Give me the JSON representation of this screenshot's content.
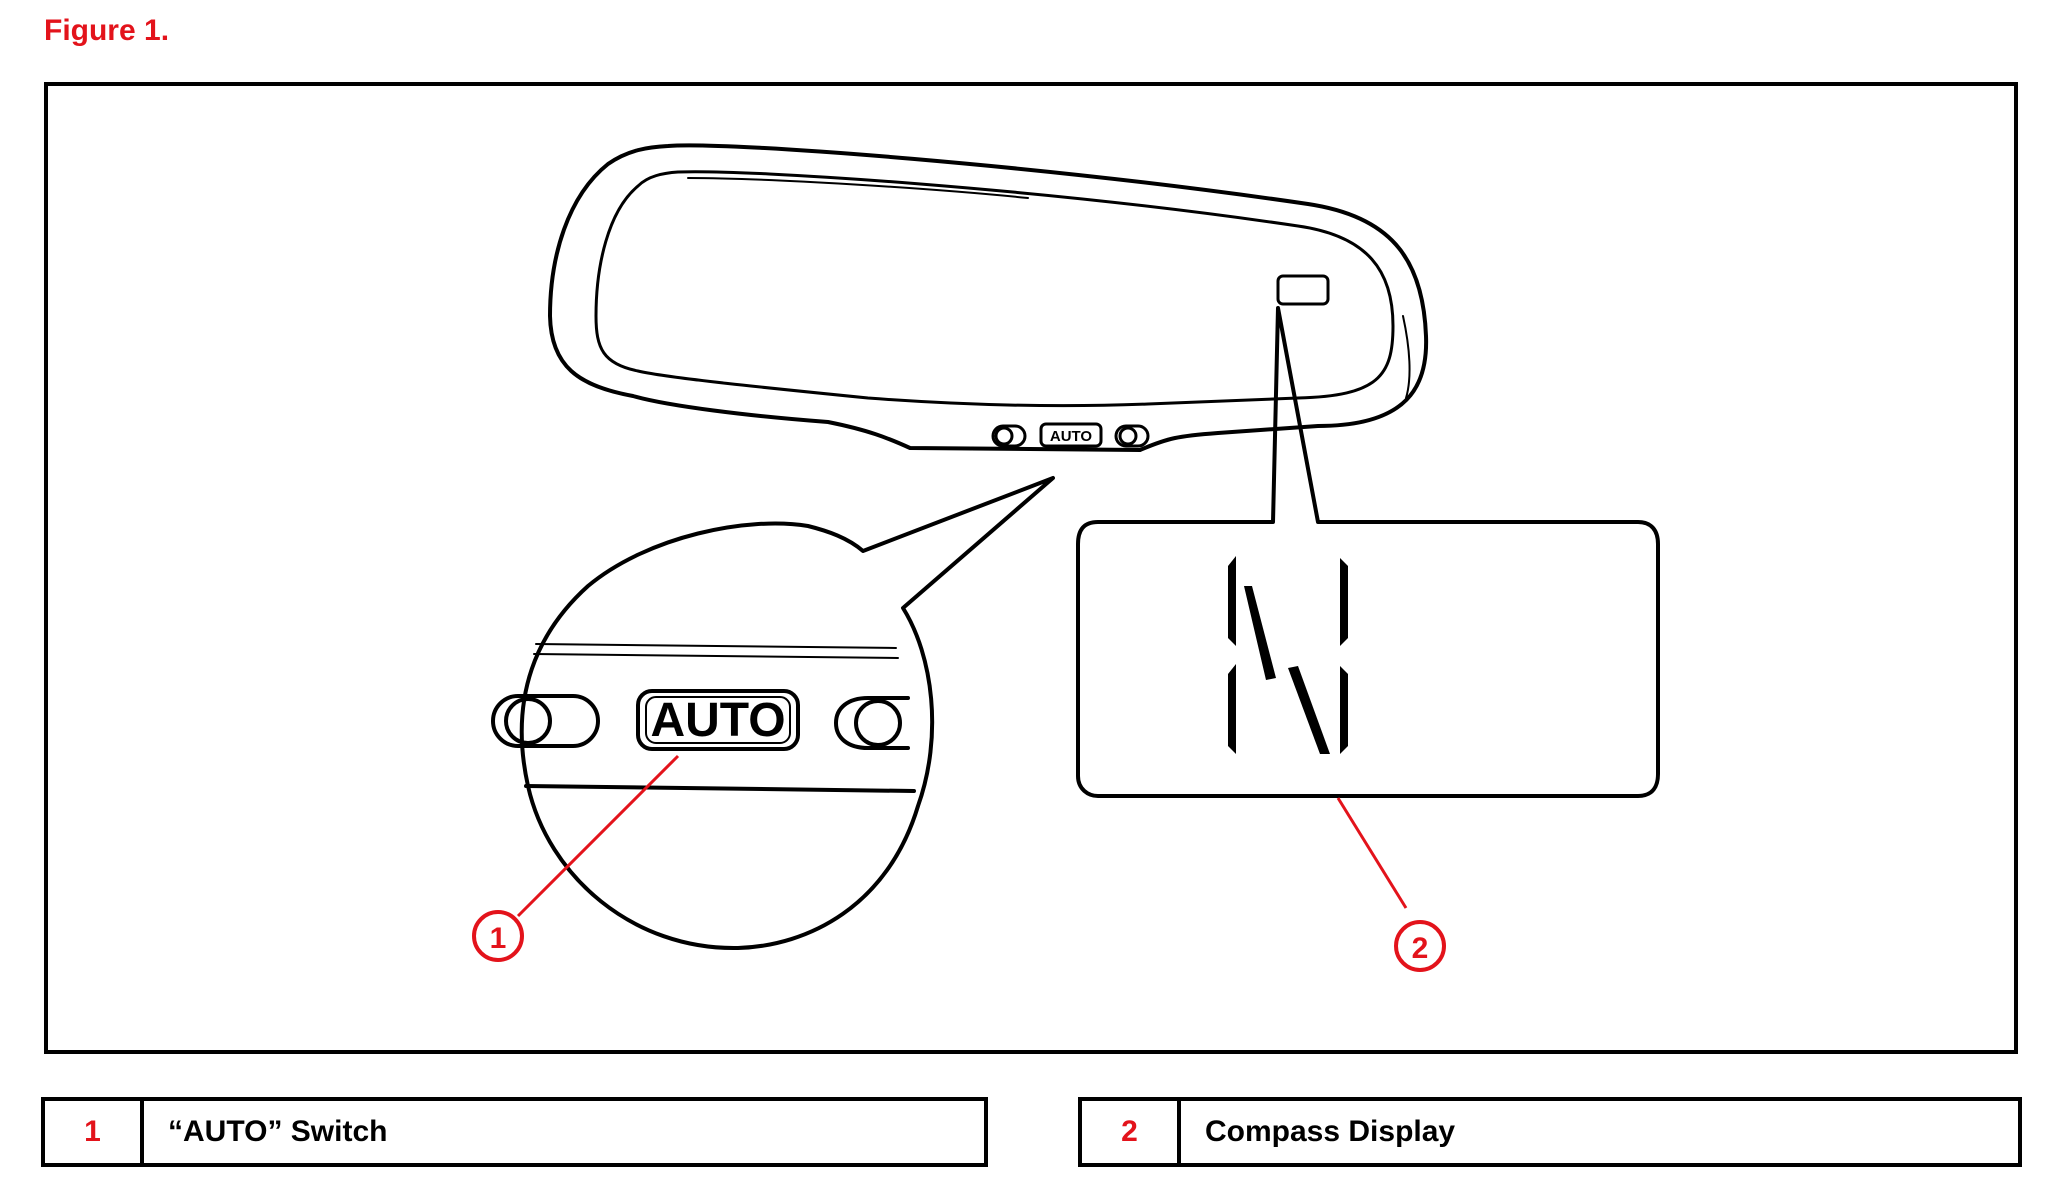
{
  "figure": {
    "title": "Figure 1."
  },
  "colors": {
    "accent": "#e3131b",
    "line": "#000000"
  },
  "diagram": {
    "switch_left_label": "AUTO",
    "switch_zoom_label": "AUTO",
    "compass_letter": "N",
    "callouts": [
      {
        "number": "1",
        "target": "AUTO switch"
      },
      {
        "number": "2",
        "target": "Compass display"
      }
    ]
  },
  "legend": [
    {
      "number": "1",
      "label": "“AUTO” Switch"
    },
    {
      "number": "2",
      "label": "Compass Display"
    }
  ]
}
